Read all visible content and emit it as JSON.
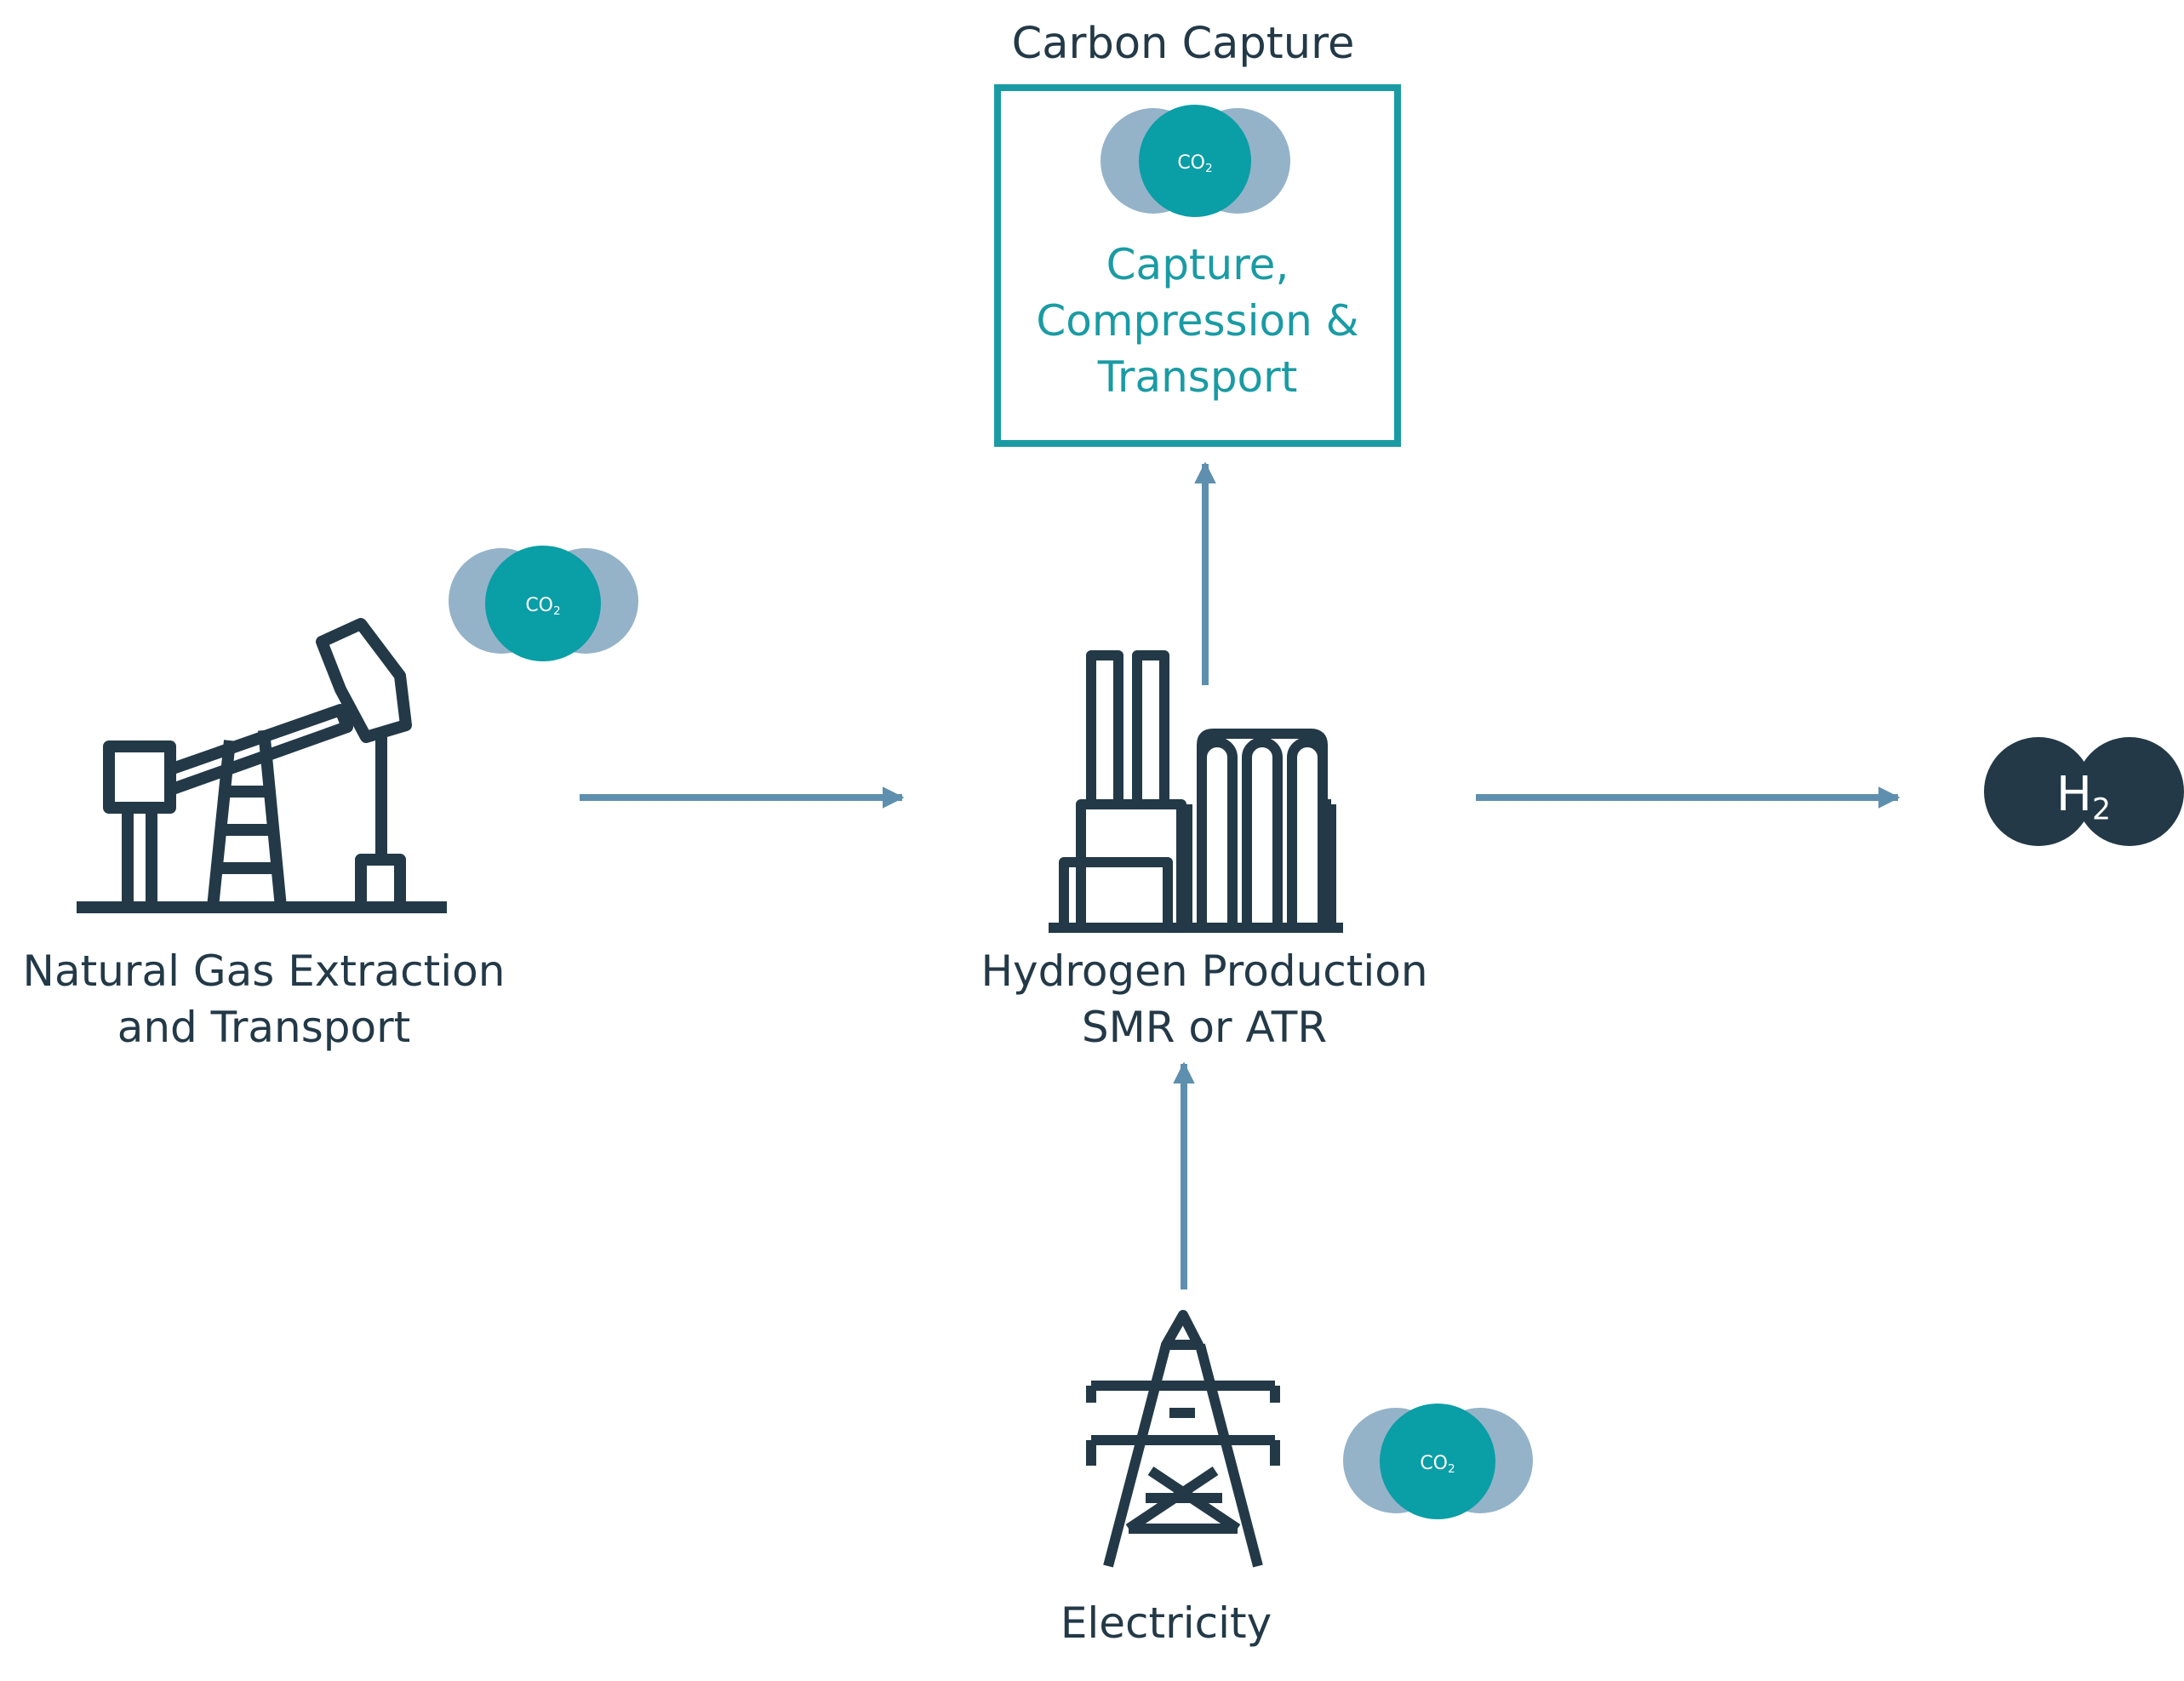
{
  "colors": {
    "dark": "#233947",
    "teal": "#1a9ba3",
    "teal_circle": "#0a9ea6",
    "grey_blue_circle": "#94b3c9",
    "arrow": "#5f8fae",
    "background": "#ffffff"
  },
  "carbon_capture": {
    "heading": "Carbon Capture",
    "box_lines": [
      "Capture,",
      "Compression &",
      "Transport"
    ],
    "molecule_label": "CO2"
  },
  "natural_gas": {
    "icon": "oil-pump-jack-icon",
    "label_lines": [
      "Natural Gas Extraction",
      "and Transport"
    ],
    "molecule_label": "CO2"
  },
  "hydrogen_production": {
    "icon": "factory-icon",
    "label_lines": [
      "Hydrogen Production",
      "SMR or ATR"
    ]
  },
  "hydrogen_output": {
    "icon": "h2-molecule-icon",
    "label": "H2"
  },
  "electricity": {
    "icon": "power-pylon-icon",
    "label": "Electricity",
    "molecule_label": "CO2"
  }
}
